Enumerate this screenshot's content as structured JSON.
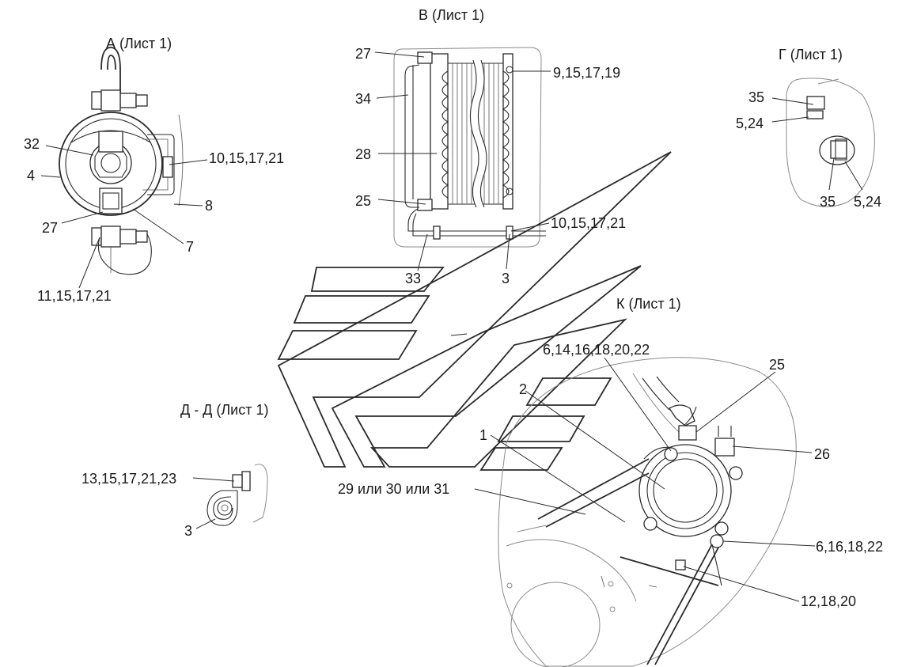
{
  "views": {
    "a": "А (Лист 1)",
    "v": "В (Лист 1)",
    "g": "Г (Лист 1)",
    "k": "К (Лист 1)",
    "d": "Д - Д (Лист 1)"
  },
  "callouts": {
    "a_32": "32",
    "a_4": "4",
    "a_27": "27",
    "a_11": "11,15,17,21",
    "a_10": "10,15,17,21",
    "a_8": "8",
    "a_7": "7",
    "v_27": "27",
    "v_34": "34",
    "v_28": "28",
    "v_25": "25",
    "v_33": "33",
    "v_3": "3",
    "v_9": "9,15,17,19",
    "v_10": "10,15,17,21",
    "g_35a": "35",
    "g_524a": "5,24",
    "g_35b": "35",
    "g_524b": "5,24",
    "k_6": "6,14,16,18,20,22",
    "k_25": "25",
    "k_2": "2",
    "k_1": "1",
    "k_26": "26",
    "k_29": "29 или 30 или 31",
    "k_616": "6,16,18,22",
    "k_12": "12,18,20",
    "d_13": "13,15,17,21,23",
    "d_3": "3"
  }
}
